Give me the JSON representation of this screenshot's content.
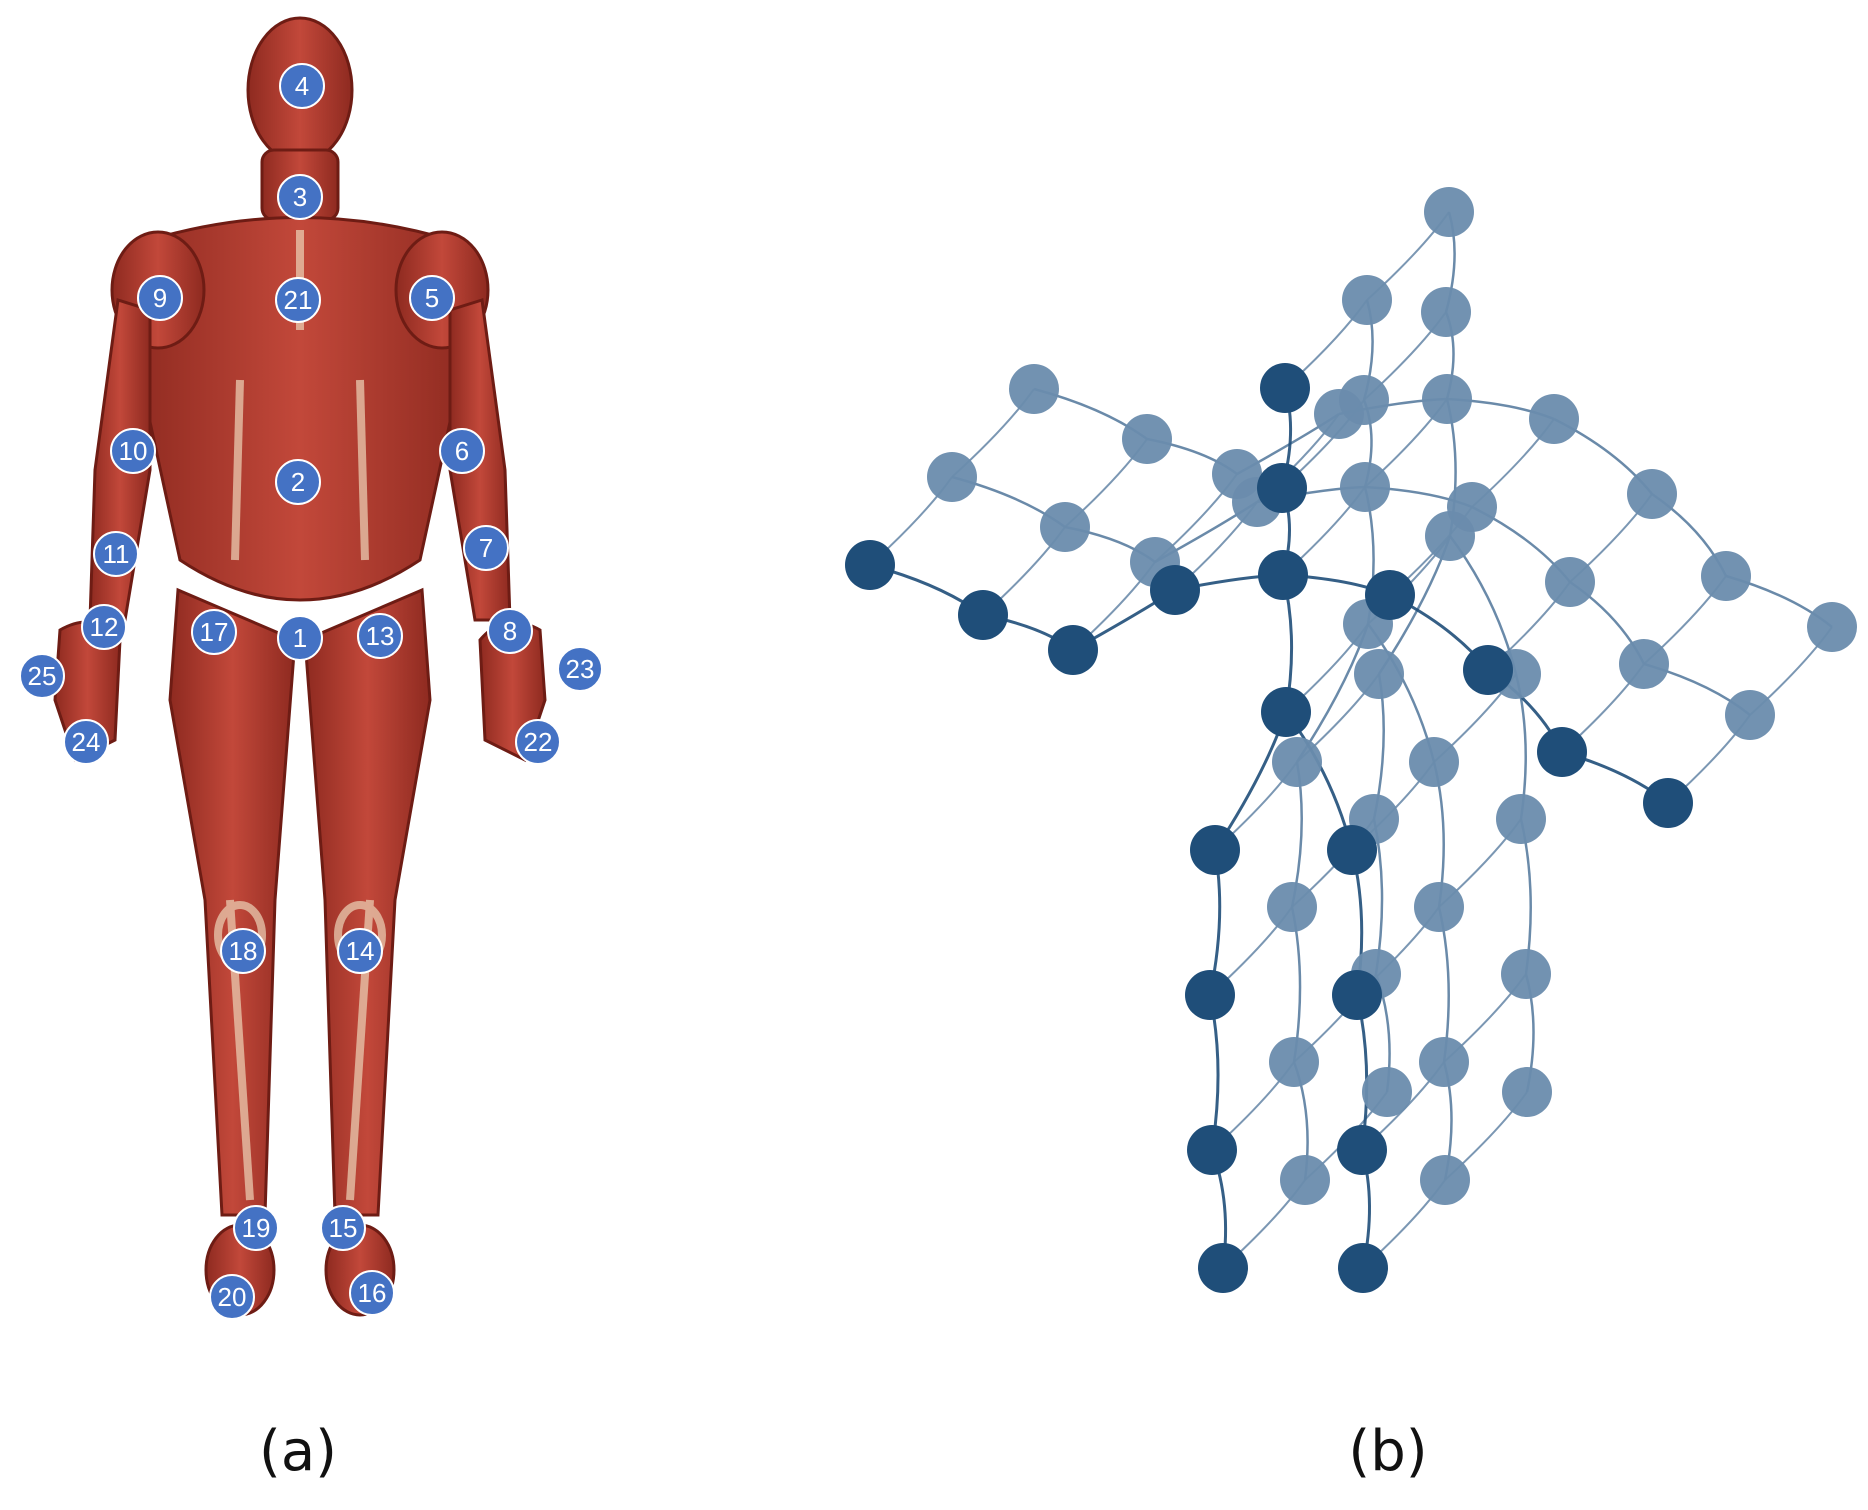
{
  "panels": {
    "a": {
      "caption": "(a)"
    },
    "b": {
      "caption": "(b)"
    }
  },
  "joints": [
    {
      "id": "1"
    },
    {
      "id": "2"
    },
    {
      "id": "3"
    },
    {
      "id": "4"
    },
    {
      "id": "5"
    },
    {
      "id": "6"
    },
    {
      "id": "7"
    },
    {
      "id": "8"
    },
    {
      "id": "9"
    },
    {
      "id": "10"
    },
    {
      "id": "11"
    },
    {
      "id": "12"
    },
    {
      "id": "13"
    },
    {
      "id": "14"
    },
    {
      "id": "15"
    },
    {
      "id": "16"
    },
    {
      "id": "17"
    },
    {
      "id": "18"
    },
    {
      "id": "19"
    },
    {
      "id": "20"
    },
    {
      "id": "21"
    },
    {
      "id": "22"
    },
    {
      "id": "23"
    },
    {
      "id": "24"
    },
    {
      "id": "25"
    }
  ],
  "colors": {
    "joint_marker": "#4472c4",
    "muscle_red": "#b03a2e",
    "muscle_dark": "#7a1f17",
    "tendon": "#e9cbb0",
    "node_dark": "#1f4e79",
    "node_light": "#6a8cad",
    "edge": "#5a7da0"
  }
}
